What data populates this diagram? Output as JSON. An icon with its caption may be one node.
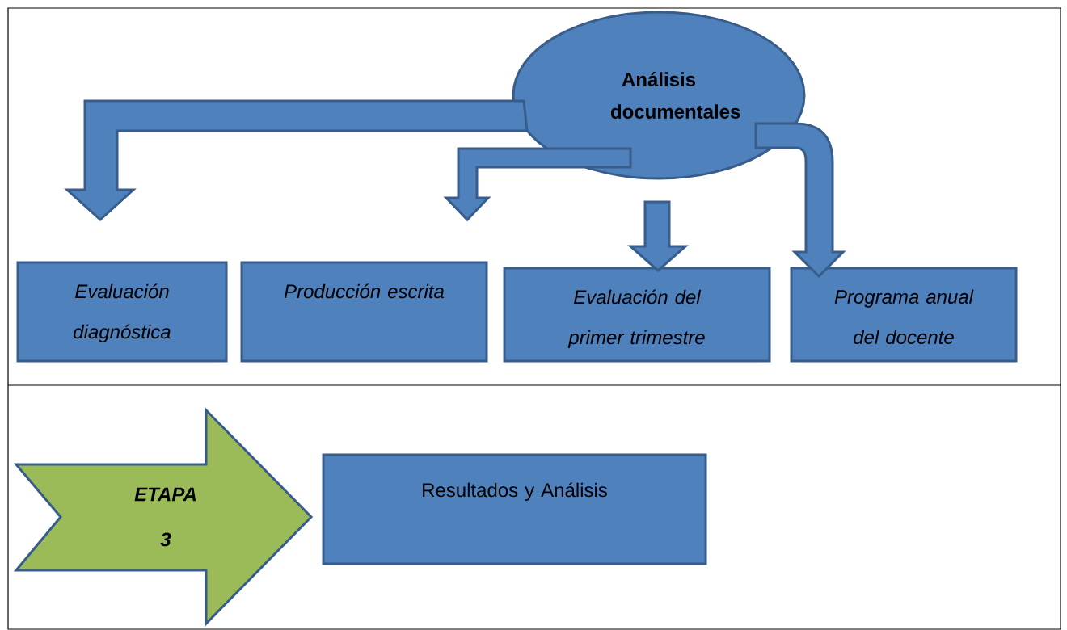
{
  "diagram": {
    "nodes": [
      {
        "text": [
          "Análisis documentales"
        ]
      },
      {
        "text": [
          "Evaluación diagnóstica"
        ]
      },
      {
        "text": [
          "Producción escrita"
        ]
      },
      {
        "text": [
          "Evaluación del primer trimestre"
        ]
      },
      {
        "text": [
          "Programa anual del docente"
        ]
      },
      {
        "text": [
          "ETAPA",
          "3"
        ]
      },
      {
        "text": [
          "Resultados y Análisis"
        ]
      }
    ],
    "edges": [
      {
        "from": 0,
        "to": 1,
        "arrow": "to"
      },
      {
        "from": 0,
        "to": 2,
        "arrow": "to"
      },
      {
        "from": 0,
        "to": 3,
        "arrow": "to"
      },
      {
        "from": 0,
        "to": 4,
        "arrow": "to"
      }
    ]
  }
}
